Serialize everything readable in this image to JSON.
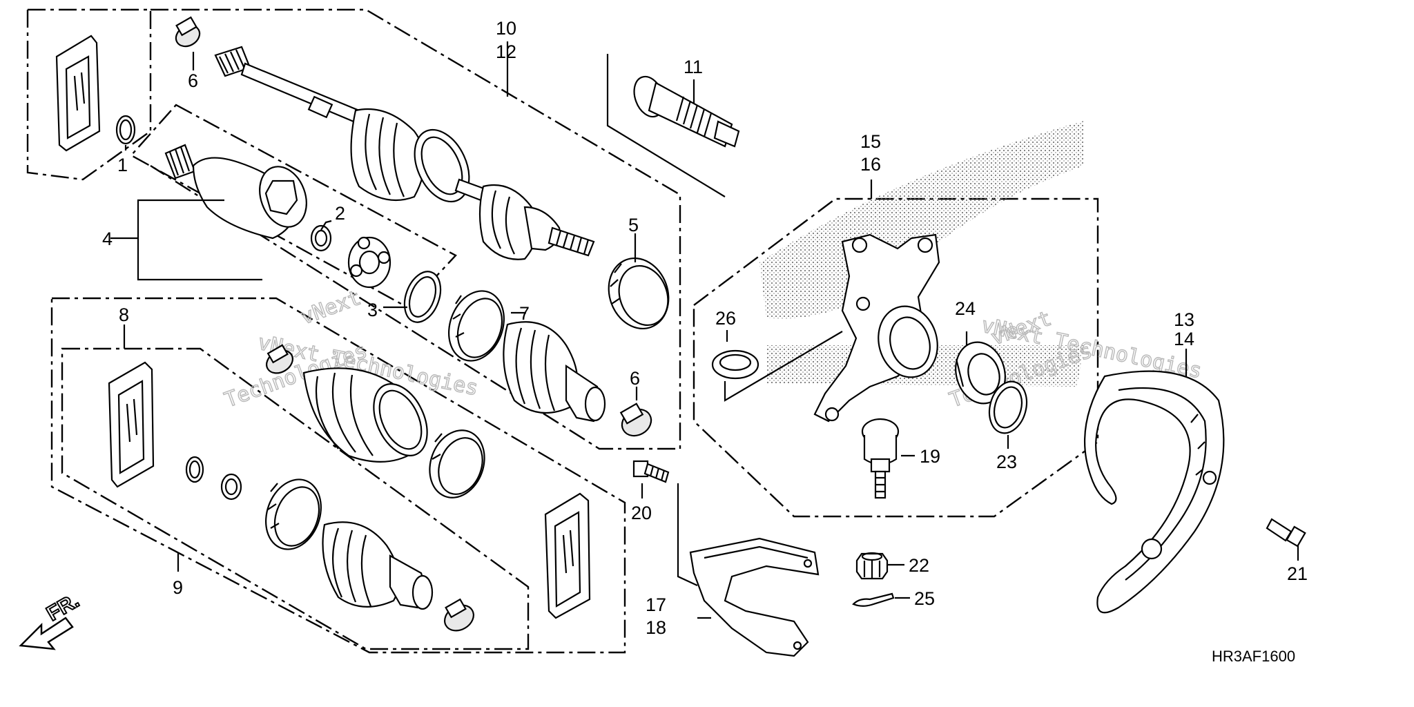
{
  "diagram": {
    "code": "HR3AF1600",
    "direction_label": "FR.",
    "watermark": [
      "vNext Technologies",
      "vNext",
      "Technologies"
    ],
    "callouts": [
      {
        "id": "c1",
        "text": "1"
      },
      {
        "id": "c2",
        "text": "2"
      },
      {
        "id": "c3",
        "text": "3"
      },
      {
        "id": "c4",
        "text": "4"
      },
      {
        "id": "c5",
        "text": "5"
      },
      {
        "id": "c6a",
        "text": "6"
      },
      {
        "id": "c6b",
        "text": "6"
      },
      {
        "id": "c7",
        "text": "7"
      },
      {
        "id": "c8",
        "text": "8"
      },
      {
        "id": "c9",
        "text": "9"
      },
      {
        "id": "c10",
        "text": "10"
      },
      {
        "id": "c12",
        "text": "12"
      },
      {
        "id": "c11",
        "text": "11"
      },
      {
        "id": "c13",
        "text": "13"
      },
      {
        "id": "c14",
        "text": "14"
      },
      {
        "id": "c15",
        "text": "15"
      },
      {
        "id": "c16",
        "text": "16"
      },
      {
        "id": "c17",
        "text": "17"
      },
      {
        "id": "c18",
        "text": "18"
      },
      {
        "id": "c19",
        "text": "19"
      },
      {
        "id": "c20",
        "text": "20"
      },
      {
        "id": "c21",
        "text": "21"
      },
      {
        "id": "c22",
        "text": "22"
      },
      {
        "id": "c23",
        "text": "23"
      },
      {
        "id": "c24",
        "text": "24"
      },
      {
        "id": "c25",
        "text": "25"
      },
      {
        "id": "c26",
        "text": "26"
      }
    ]
  }
}
